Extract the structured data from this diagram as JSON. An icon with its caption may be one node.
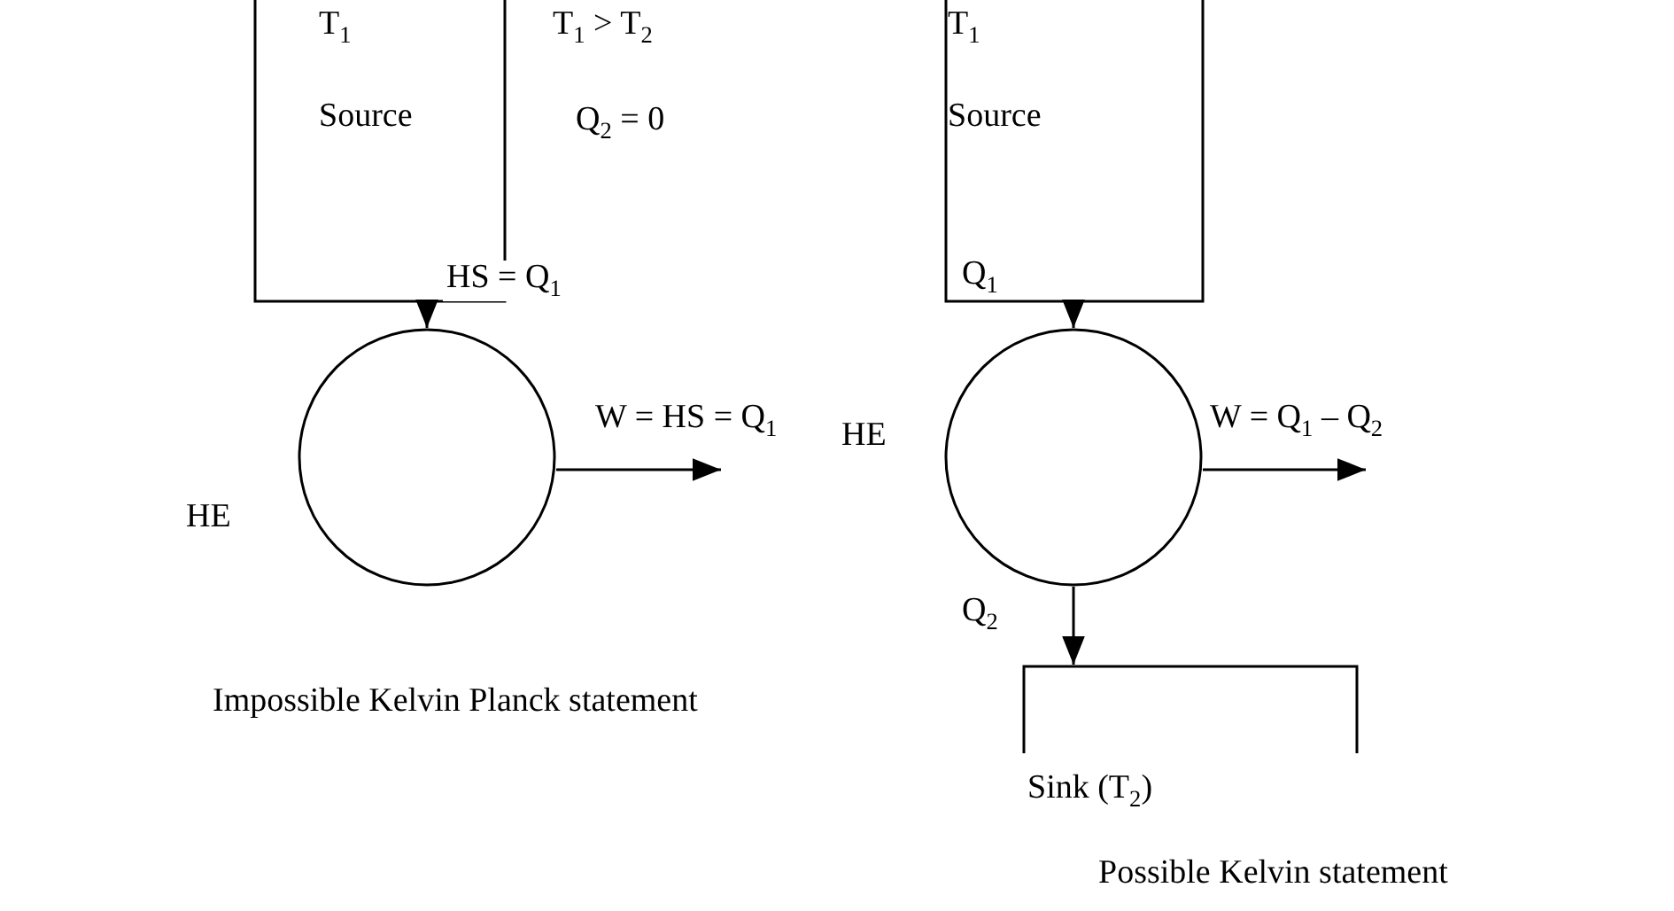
{
  "diagram": {
    "nodes": [
      {
        "text": [
          "T$_{1}$",
          "Source"
        ]
      },
      {
        "text": [],
        "shape": "circle",
        "beside": [
          "HE"
        ]
      },
      {
        "text": [
          "T$_{1}$",
          "Source"
        ]
      },
      {
        "text": [],
        "shape": "circle",
        "beside": [
          "HE"
        ]
      },
      {
        "text": [
          "Sink (T$_{2}$)"
        ]
      }
    ],
    "edges": [
      {
        "from": 0,
        "to": 1,
        "arrow": "to",
        "label": "HS = Q$_{1}$"
      },
      {
        "from": 1,
        "to": null,
        "arrow": "to",
        "label": "W = HS = Q$_{1}$"
      },
      {
        "from": 2,
        "to": 3,
        "arrow": "to",
        "label": "Q$_{1}$"
      },
      {
        "from": 3,
        "to": null,
        "arrow": "to",
        "label": "W = Q$_{1}$ – Q$_{2}$"
      },
      {
        "from": 3,
        "to": 4,
        "arrow": "to",
        "label": "Q$_{2}$"
      }
    ],
    "labels": [
      "T$_{1}$ > T$_{2}$",
      "Q$_{2}$ = 0",
      "Impossible Kelvin Planck statement",
      "Possible Kelvin statement"
    ]
  }
}
